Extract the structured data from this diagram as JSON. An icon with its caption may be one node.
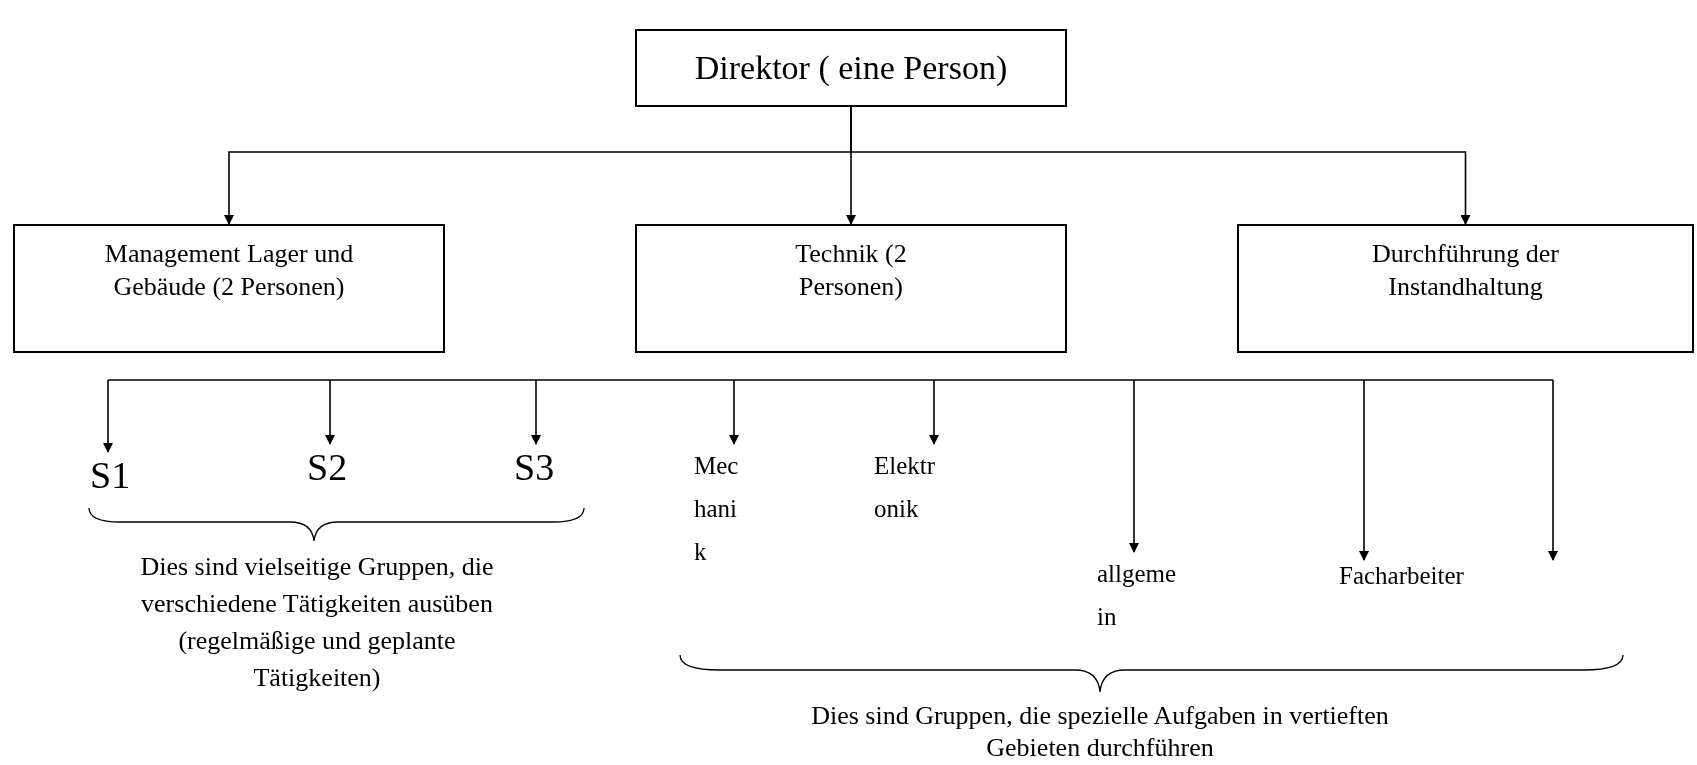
{
  "diagram": {
    "nodes": [
      {
        "text": [
          "Direktor ( eine Person)"
        ]
      },
      {
        "text": [
          "Management Lager und Gebäude (2 Personen)"
        ]
      },
      {
        "text": [
          "Technik (2 Personen)"
        ]
      },
      {
        "text": [
          "Durchführung der Instandhaltung"
        ]
      },
      {
        "text": [
          "S1"
        ]
      },
      {
        "text": [
          "S2"
        ]
      },
      {
        "text": [
          "S3"
        ]
      },
      {
        "text": [
          "Mechanik"
        ]
      },
      {
        "text": [
          "Elektronik"
        ]
      },
      {
        "text": [
          "allgemein"
        ]
      },
      {
        "text": [
          "Facharbeiter"
        ]
      }
    ],
    "edges": [
      {
        "from": 0,
        "to": 1,
        "arrow": "to"
      },
      {
        "from": 0,
        "to": 2,
        "arrow": "to"
      },
      {
        "from": 0,
        "to": 3,
        "arrow": "to"
      },
      {
        "from": null,
        "to": 4,
        "arrow": "to"
      },
      {
        "from": null,
        "to": 5,
        "arrow": "to"
      },
      {
        "from": null,
        "to": 6,
        "arrow": "to"
      },
      {
        "from": null,
        "to": 7,
        "arrow": "to"
      },
      {
        "from": null,
        "to": 8,
        "arrow": "to"
      },
      {
        "from": null,
        "to": 9,
        "arrow": "to"
      },
      {
        "from": null,
        "to": 10,
        "arrow": "to"
      },
      {
        "from": null,
        "to": 10,
        "arrow": "to"
      }
    ],
    "labels": [
      "Dies sind vielseitige Gruppen, die verschiedene Tätigkeiten ausüben (regelmäßige und geplante Tätigkeiten)",
      "Dies sind Gruppen, die spezielle Aufgaben in vertieften Gebieten durchführen"
    ]
  }
}
